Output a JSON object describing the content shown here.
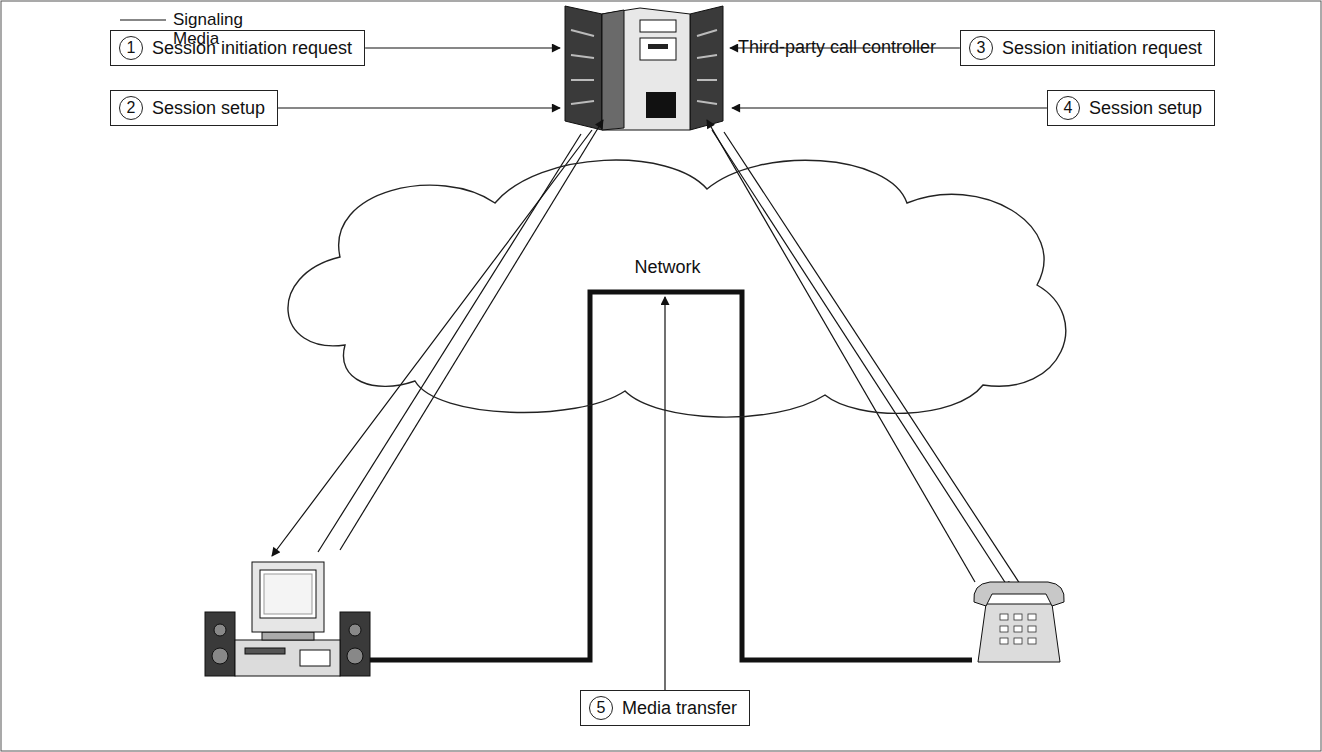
{
  "diagram": {
    "nodes": [
      {
        "text": [
          "Third-party call controller"
        ]
      },
      {
        "text": [
          "1",
          "Session initiation request"
        ]
      },
      {
        "text": [
          "2",
          "Session setup"
        ]
      },
      {
        "text": [
          "3",
          "Session initiation request"
        ]
      },
      {
        "text": [
          "4",
          "Session setup"
        ]
      },
      {
        "text": [
          "Network"
        ]
      },
      {
        "text": [
          "5",
          "Media transfer"
        ]
      }
    ],
    "legend": [
      {
        "text": "Signaling"
      },
      {
        "text": "Media"
      }
    ]
  }
}
